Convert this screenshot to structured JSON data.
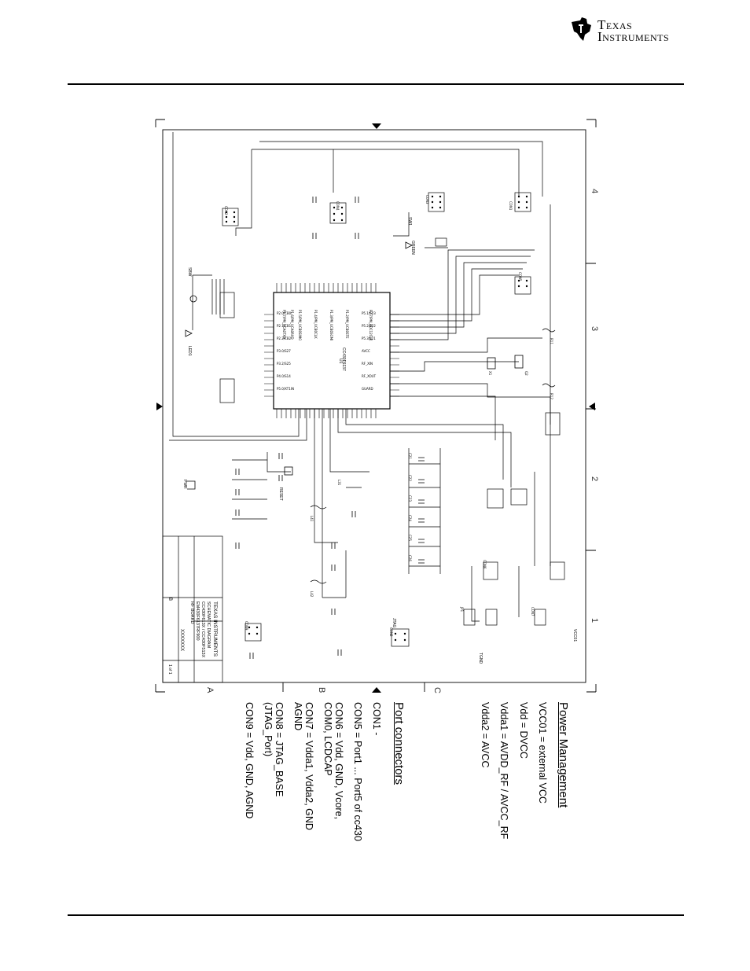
{
  "brand": {
    "line1": "Texas",
    "line2": "Instruments"
  },
  "schematic": {
    "zone_numbers": [
      "4",
      "3",
      "2",
      "1"
    ],
    "zone_letters": [
      "C",
      "B",
      "A"
    ],
    "title_block": {
      "company": "TEXAS INSTRUMENTS",
      "lines": [
        "SCHEMATIC DIAGRAM",
        "CC430F613X / CC430F513X",
        "EM430F6137RF900",
        "RF BOARD"
      ],
      "doc_number": "XXXXXXX",
      "revision": "B",
      "sheet": "1 of 1"
    },
    "u1_label": "U1",
    "u1_part": "CC430F6137",
    "labels": {
      "vcc": "VCC01",
      "pwr": "PWR",
      "tgnd": "TGND",
      "led1": "LED1",
      "green": "GREEN",
      "reset": "RESET",
      "sw1": "SW1",
      "sbw": "SBW",
      "jtag": "JTAG"
    }
  },
  "notes": {
    "power_title": "Power Management",
    "power_lines": [
      "VCC01  =  external VCC",
      "Vdd       =  DVCC",
      "Vdda1  =  AVDD_RF  /  AVCC_RF",
      "Vdda2  =  AVCC"
    ],
    "port_title": "Port connectors",
    "port_lines": [
      "CON1 -",
      "CON5  =  Port1 ... Port5 of cc430",
      "CON6  =  Vdd, GND, Vcore,",
      "             COM0, LCDCAP",
      "CON7  =  Vdda1, Vdda2, GND",
      "             AGND",
      "CON8  =  JTAG_BASE",
      "             (JTAG_Port)",
      "CON9  =  Vdd, GND, AGND"
    ]
  }
}
